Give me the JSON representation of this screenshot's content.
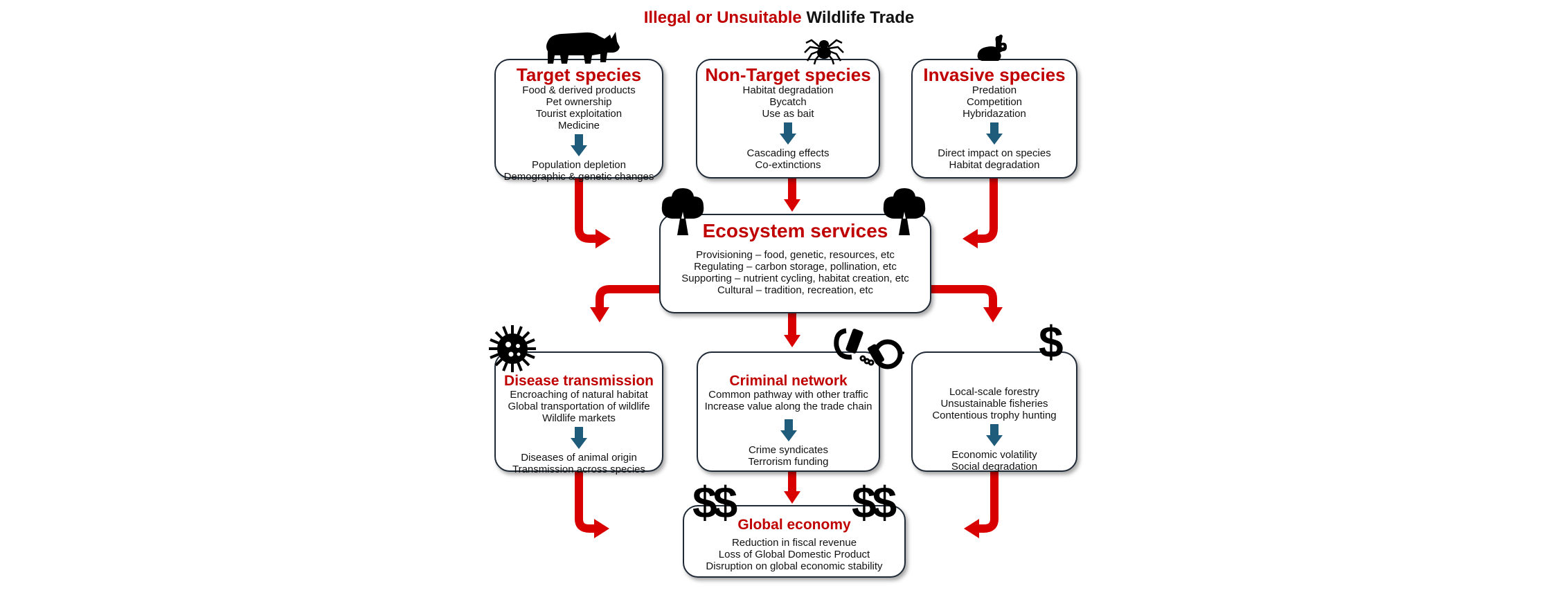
{
  "title": {
    "highlight": "Illegal or Unsuitable",
    "rest": "Wildlife Trade"
  },
  "target": {
    "title": "Target species",
    "causes": [
      "Food & derived products",
      "Pet ownership",
      "Tourist exploitation",
      "Medicine"
    ],
    "effects": [
      "Population depletion",
      "Demographic & genetic changes"
    ]
  },
  "nontarget": {
    "title": "Non-Target species",
    "causes": [
      "Habitat degradation",
      "Bycatch",
      "Use as bait"
    ],
    "effects": [
      "Cascading effects",
      "Co-extinctions"
    ]
  },
  "invasive": {
    "title": "Invasive species",
    "causes": [
      "Predation",
      "Competition",
      "Hybridazation"
    ],
    "effects": [
      "Direct impact on species",
      "Habitat degradation"
    ]
  },
  "ecosystem": {
    "title": "Ecosystem services",
    "items": [
      "Provisioning – food, genetic, resources, etc",
      "Regulating – carbon storage, pollination, etc",
      "Supporting – nutrient cycling, habitat creation, etc",
      "Cultural – tradition, recreation, etc"
    ]
  },
  "disease": {
    "title": "Disease transmission",
    "causes": [
      "Encroaching of natural habitat",
      "Global transportation of wildlife",
      "Wildlife markets"
    ],
    "effects": [
      "Diseases of animal origin",
      "Transmission across species"
    ]
  },
  "criminal": {
    "title": "Criminal network",
    "causes": [
      "Common pathway with other traffic",
      "Increase value along the trade chain"
    ],
    "effects": [
      "Crime syndicates",
      "Terrorism funding"
    ]
  },
  "economic": {
    "causes": [
      "Local-scale forestry",
      "Unsustainable fisheries",
      "Contentious trophy hunting"
    ],
    "effects": [
      "Economic volatility",
      "Social degradation"
    ]
  },
  "global": {
    "title": "Global economy",
    "items": [
      "Reduction in fiscal revenue",
      "Loss of Global Domestic Product",
      "Disruption on global economic stability"
    ]
  },
  "icons": {
    "rhino": "rhino-icon",
    "spider": "spider-icon",
    "rabbit": "rabbit-icon",
    "tree": "tree-icon",
    "virus": "virus-icon",
    "handcuffs": "handcuffs-icon",
    "dollar": "dollar-icon",
    "double_dollar": "double-dollar-icon"
  },
  "colors": {
    "accent_red": "#c00000",
    "arrow_red": "#d80000",
    "down_arrow": "#1f5b7a",
    "border": "#1f2a36"
  }
}
